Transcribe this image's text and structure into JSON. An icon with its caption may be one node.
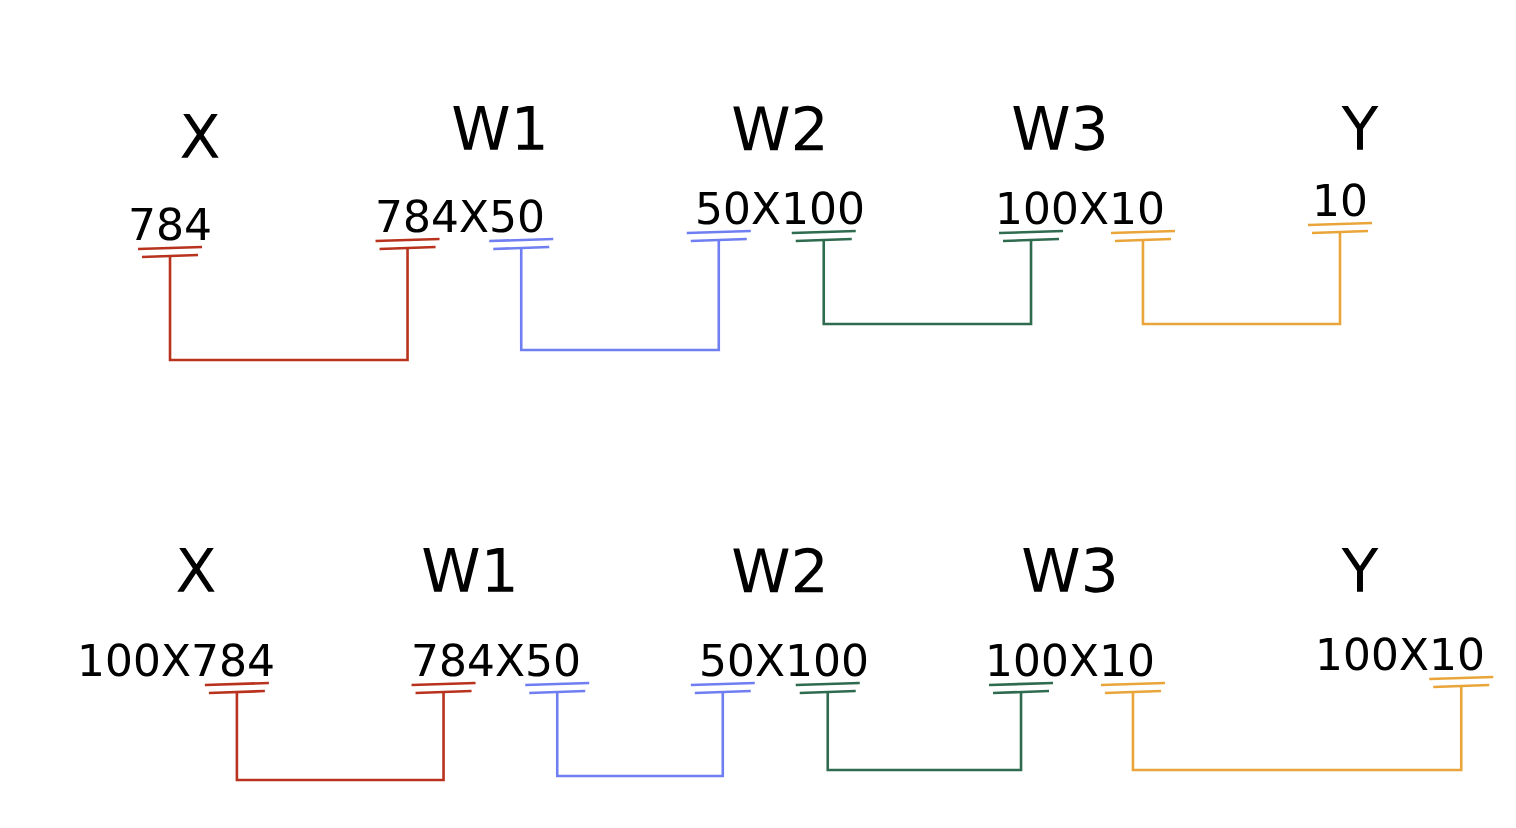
{
  "diagram": {
    "nodes": [
      {
        "text": [
          "784"
        ]
      },
      {
        "text": [
          "784X50"
        ]
      },
      {
        "text": [
          "50X100"
        ]
      },
      {
        "text": [
          "100X10"
        ]
      },
      {
        "text": [
          "10"
        ]
      },
      {
        "text": [
          "100X784"
        ]
      },
      {
        "text": [
          "784X50"
        ]
      },
      {
        "text": [
          "50X100"
        ]
      },
      {
        "text": [
          "100X10"
        ]
      },
      {
        "text": [
          "100X10"
        ]
      }
    ],
    "edges": [
      {
        "from": 0,
        "to": 1,
        "arrow": "none",
        "color": "#b8321e"
      },
      {
        "from": 1,
        "to": 2,
        "arrow": "none",
        "color": "#6f7ff2"
      },
      {
        "from": 2,
        "to": 3,
        "arrow": "none",
        "color": "#2f6b4e"
      },
      {
        "from": 3,
        "to": 4,
        "arrow": "none",
        "color": "#eaa53a"
      },
      {
        "from": 5,
        "to": 6,
        "arrow": "none",
        "color": "#b8321e"
      },
      {
        "from": 6,
        "to": 7,
        "arrow": "none",
        "color": "#6f7ff2"
      },
      {
        "from": 7,
        "to": 8,
        "arrow": "none",
        "color": "#2f6b4e"
      },
      {
        "from": 8,
        "to": 9,
        "arrow": "none",
        "color": "#eaa53a"
      }
    ],
    "labels": [
      "X",
      "W1",
      "W2",
      "W3",
      "Y",
      "X",
      "W1",
      "W2",
      "W3",
      "Y"
    ]
  }
}
